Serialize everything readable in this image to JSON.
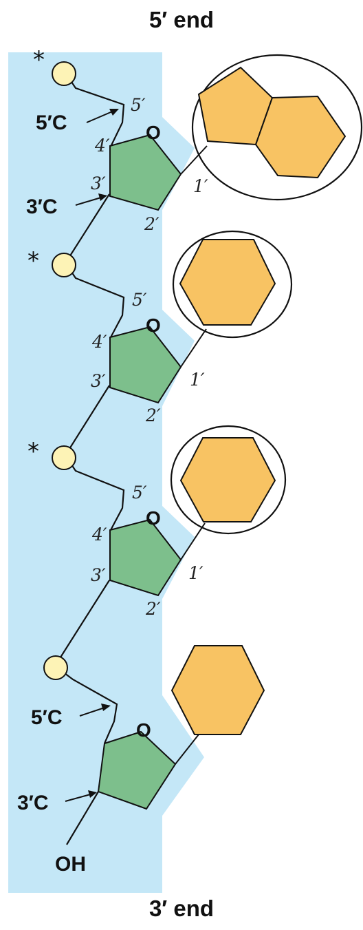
{
  "title_top": "5′ end",
  "title_bottom": "3′ end",
  "colors": {
    "backbone_band": "#c4e7f7",
    "phosphate": "#fdf3b6",
    "sugar": "#7dbf8c",
    "base": "#f8c363",
    "outline": "#111111"
  },
  "nucleotides": [
    {
      "phosphate_mark": "*",
      "base_shape": "purine-double-ring",
      "base_circled": true,
      "ring_oxygen": "O",
      "label_5prime_carbon": "5′C",
      "label_3prime_carbon": "3′C",
      "pos_5": "5′",
      "pos_4": "4′",
      "pos_3": "3′",
      "pos_2": "2′",
      "pos_1": "1′"
    },
    {
      "phosphate_mark": "*",
      "base_shape": "pyrimidine-single-ring",
      "base_circled": true,
      "ring_oxygen": "O",
      "pos_5": "5′",
      "pos_4": "4′",
      "pos_3": "3′",
      "pos_2": "2′",
      "pos_1": "1′"
    },
    {
      "phosphate_mark": "*",
      "base_shape": "pyrimidine-single-ring",
      "base_circled": true,
      "ring_oxygen": "O",
      "pos_5": "5′",
      "pos_4": "4′",
      "pos_3": "3′",
      "pos_2": "2′",
      "pos_1": "1′"
    },
    {
      "base_shape": "pyrimidine-single-ring",
      "base_circled": false,
      "ring_oxygen": "O",
      "label_5prime_carbon": "5′C",
      "label_3prime_carbon": "3′C"
    }
  ],
  "terminal_group": "OH"
}
